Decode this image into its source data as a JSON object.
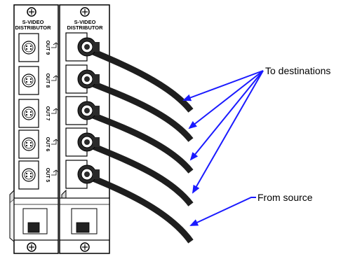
{
  "modules": [
    {
      "title_line1": "S-VIDEO",
      "title_line2": "DISTRIBUTOR",
      "ports": [
        "OUT 9",
        "OUT 8",
        "OUT 7",
        "OUT 6",
        "OUT 5"
      ]
    },
    {
      "title_line1": "S-VIDEO",
      "title_line2": "DISTRIBUTOR",
      "ports": []
    }
  ],
  "callouts": {
    "destinations": "To destinations",
    "source": "From source"
  },
  "colors": {
    "arrow": "#1a1aff",
    "cable": "#1e1e1e",
    "panel_stroke": "#000000"
  },
  "icons": [
    "screw-icon",
    "svideo-connector-icon",
    "arrow-icon"
  ]
}
